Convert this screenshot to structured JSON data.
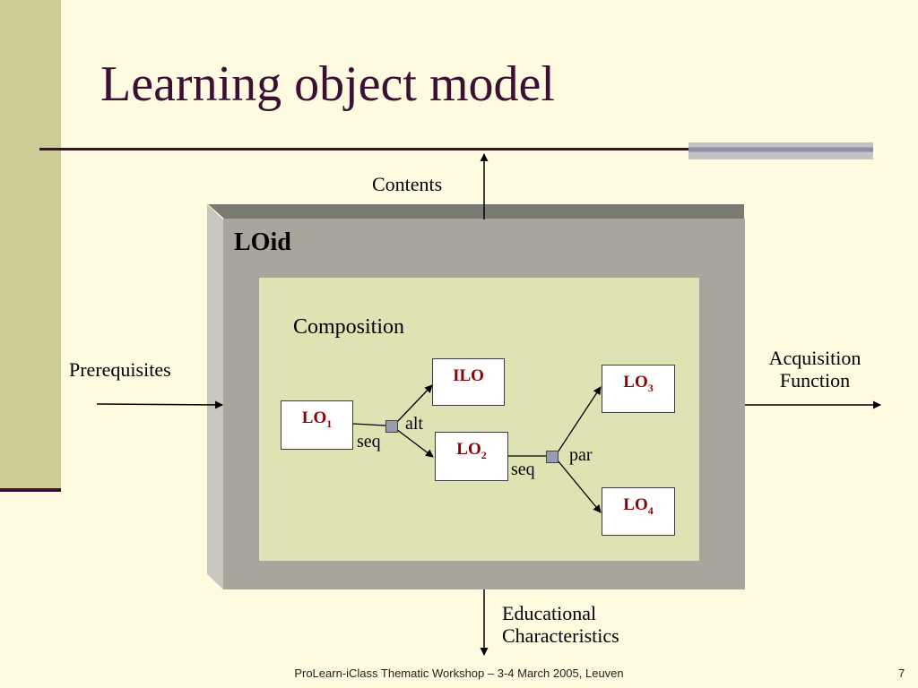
{
  "slide": {
    "title": "Learning object model",
    "footer": "ProLearn-iClass Thematic Workshop – 3-4 March 2005, Leuven",
    "page_number": "7"
  },
  "diagram": {
    "container_label": "LOid",
    "composition_label": "Composition",
    "contents_label": "Contents",
    "prerequisites_label": "Prerequisites",
    "acquisition_label_line1": "Acquisition",
    "acquisition_label_line2": "Function",
    "educational_label_line1": "Educational",
    "educational_label_line2": "Characteristics",
    "nodes": {
      "lo1": {
        "text": "LO",
        "sub": "1"
      },
      "ilo": {
        "text": "ILO"
      },
      "lo2": {
        "text": "LO",
        "sub": "2"
      },
      "lo3": {
        "text": "LO",
        "sub": "3"
      },
      "lo4": {
        "text": "LO",
        "sub": "4"
      }
    },
    "operators": {
      "seq1": "seq",
      "alt": "alt",
      "seq2": "seq",
      "par": "par"
    }
  },
  "colors": {
    "background": "#fefbe0",
    "title": "#3c0f34",
    "lo_text": "#8b0000",
    "outer_box": "#a8a69c",
    "inner_box": "#dfe2b2"
  }
}
